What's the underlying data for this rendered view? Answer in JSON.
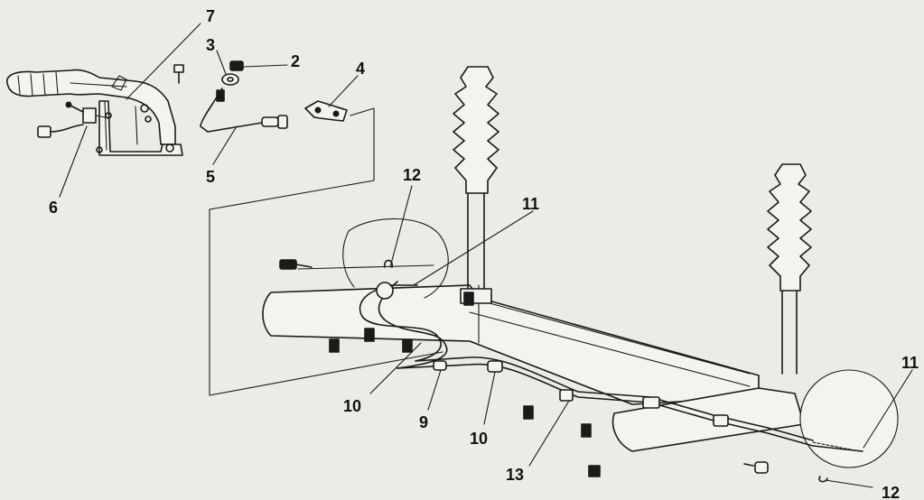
{
  "callouts": [
    {
      "id": "c7",
      "text": "7"
    },
    {
      "id": "c3",
      "text": "3"
    },
    {
      "id": "c2",
      "text": "2"
    },
    {
      "id": "c4",
      "text": "4"
    },
    {
      "id": "c5",
      "text": "5"
    },
    {
      "id": "c6",
      "text": "6"
    },
    {
      "id": "c12a",
      "text": "12"
    },
    {
      "id": "c11a",
      "text": "11"
    },
    {
      "id": "c10a",
      "text": "10"
    },
    {
      "id": "c9",
      "text": "9"
    },
    {
      "id": "c10b",
      "text": "10"
    },
    {
      "id": "c13",
      "text": "13"
    },
    {
      "id": "c11b",
      "text": "11"
    },
    {
      "id": "c12b",
      "text": "12"
    }
  ],
  "colors": {
    "background": "#ecebe6",
    "ink": "#1a1a1a"
  }
}
